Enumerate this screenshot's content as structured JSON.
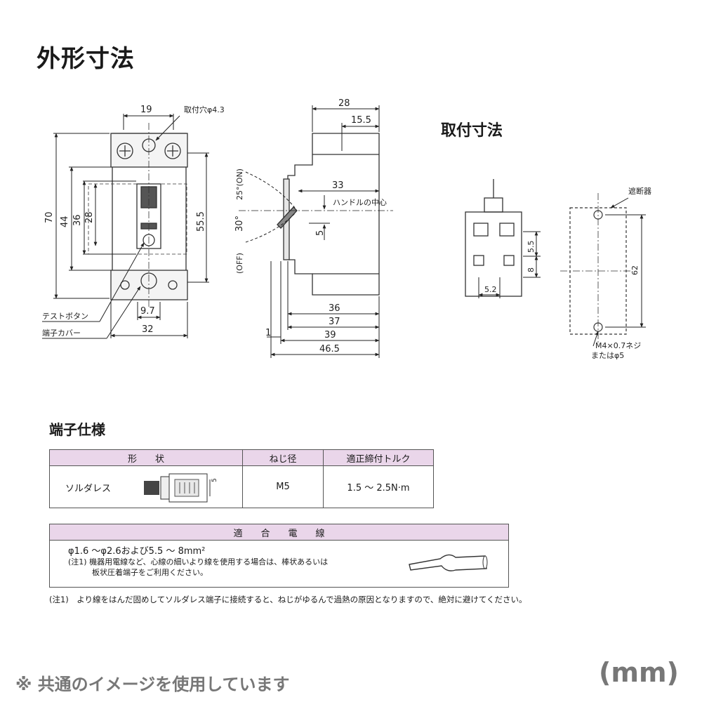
{
  "headings": {
    "outline": "外形寸法",
    "mounting": "取付寸法",
    "terminal": "端子仕様"
  },
  "front_view": {
    "dims": {
      "top_width": "19",
      "hole_label": "取付穴φ4.3",
      "height_70": "70",
      "height_44": "44",
      "height_36": "36",
      "height_28": "28",
      "height_55": "55.5",
      "width_97": "9.7",
      "width_32": "32"
    },
    "callouts": {
      "test_button": "テストボタン",
      "terminal_cover": "端子カバー"
    }
  },
  "side_view": {
    "dims": {
      "d28": "28",
      "d155": "15.5",
      "d33": "33",
      "d5": "5",
      "d36": "36",
      "d37": "37",
      "d39": "39",
      "d1": "1",
      "d465": "46.5",
      "angle_on": "25°(ON)",
      "angle_off_deg": "30°",
      "angle_off": "(OFF)"
    },
    "handle_center": "ハンドルの中心"
  },
  "mounting_view": {
    "dims": {
      "d55": "5.5",
      "d8": "8",
      "d52": "5.2",
      "d62": "62"
    },
    "breaker": "遮断器",
    "screw": "M4×0.7ネジ",
    "screw_alt": "またはφ5"
  },
  "terminal_table": {
    "headers": [
      "形　　状",
      "ねじ径",
      "適正締付トルク"
    ],
    "row": {
      "type": "ソルダレス",
      "dim": "5",
      "screw": "M5",
      "torque": "1.5 ～ 2.5N·m"
    }
  },
  "wire_table": {
    "header": "適　　合　　電　　線",
    "line1": "φ1.6 ～φ2.6および5.5 ～ 8mm²",
    "line2": "(注1) 機器用電線など、心線の細いより線を使用する場合は、棒状あるいは",
    "line3": "板状圧着端子をご利用ください。"
  },
  "footnote": "(注1)　より線をはんだ固めしてソルダレス端子に接続すると、ねじがゆるんで過熱の原因となりますので、絶対に避けてください。",
  "common_image_note": "※ 共通のイメージを使用しています",
  "unit_label": "(mm)"
}
